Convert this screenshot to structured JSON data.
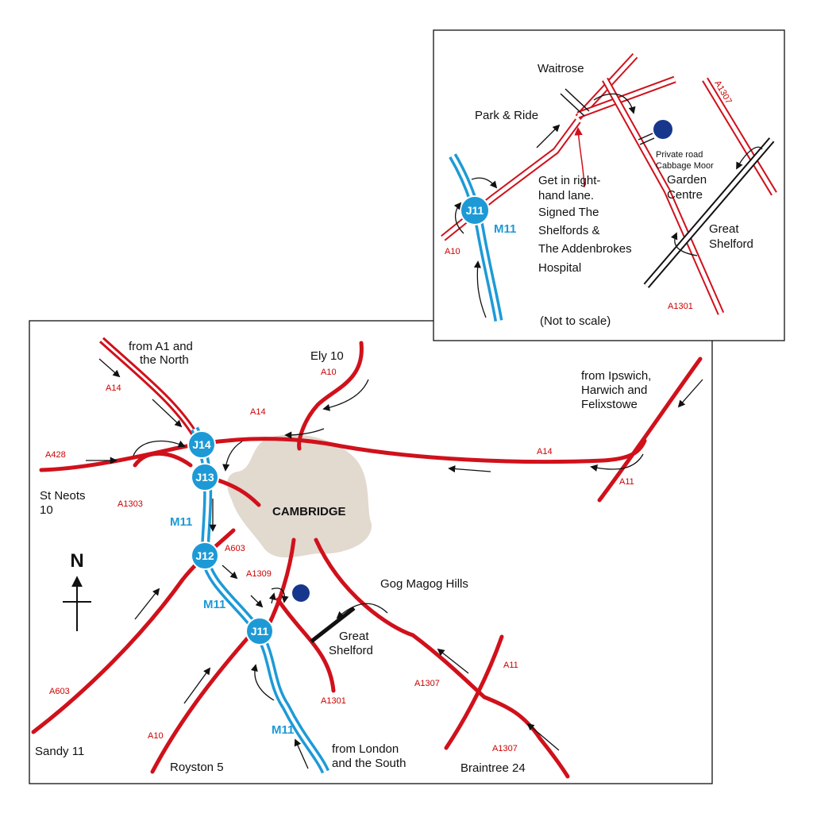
{
  "colors": {
    "a_road": "#d0111b",
    "motorway": "#1d9ad6",
    "city_area": "#e2d9cf",
    "destination_marker": "#17378c",
    "text": "#111111"
  },
  "main_map": {
    "city": "CAMBRIDGE",
    "north_label": "N",
    "junctions": [
      "J14",
      "J13",
      "J12",
      "J11"
    ],
    "motorway_labels": [
      "M11",
      "M11",
      "M11"
    ],
    "road_labels": {
      "a14_west": "A14",
      "a14_north": "A14",
      "a14_east": "A14",
      "a428": "A428",
      "a1303": "A1303",
      "a603_north": "A603",
      "a603_south": "A603",
      "a10_north": "A10",
      "a10_south": "A10",
      "a11_north": "A11",
      "a11_south": "A11",
      "a1309": "A1309",
      "a1301": "A1301",
      "a1307_north": "A1307",
      "a1307_south": "A1307"
    },
    "places": {
      "from_a1_line1": "from A1 and",
      "from_a1_line2": "the North",
      "ely": "Ely 10",
      "ipswich_line1": "from Ipswich,",
      "ipswich_line2": "Harwich and",
      "ipswich_line3": "Felixstowe",
      "st_neots_line1": "St Neots",
      "st_neots_line2": "10",
      "gog_magog": "Gog Magog Hills",
      "great_shelford_line1": "Great",
      "great_shelford_line2": "Shelford",
      "sandy": "Sandy 11",
      "royston": "Royston 5",
      "london_line1": "from London",
      "london_line2": "and the South",
      "braintree": "Braintree 24"
    }
  },
  "inset_map": {
    "junction": "J11",
    "motorway_label": "M11",
    "road_labels": {
      "a10": "A10",
      "a1307": "A1307",
      "a1301": "A1301"
    },
    "places": {
      "waitrose": "Waitrose",
      "park_ride": "Park & Ride",
      "private_road_line1": "Private road",
      "private_road_line2": "Cabbage Moor",
      "garden_line1": "Garden",
      "garden_line2": "Centre",
      "great_shelford_line1": "Great",
      "great_shelford_line2": "Shelford"
    },
    "directions": [
      "Get in right-",
      "hand lane.",
      "Signed The",
      "Shelfords &",
      "The Addenbrokes",
      "Hospital"
    ],
    "scale_note": "(Not to scale)"
  }
}
